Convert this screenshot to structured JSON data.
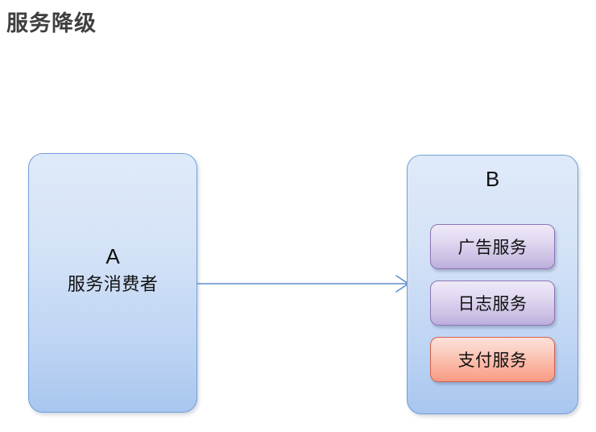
{
  "diagram": {
    "title": "服务降级",
    "title_color": "#3f3f3f",
    "background": "#ffffff",
    "nodes": {
      "consumer": {
        "letter": "A",
        "label": "服务消费者",
        "fill_top": "#dfeaf9",
        "fill_bottom": "#a8c6ef",
        "border_color": "#6f9fd8"
      },
      "provider": {
        "letter": "B",
        "fill_top": "#dfeaf9",
        "fill_bottom": "#a8c6ef",
        "border_color": "#6f9fd8",
        "services": [
          {
            "label": "广告服务",
            "state": "normal",
            "fill_top": "#efe9f7",
            "fill_bottom": "#bcaedd",
            "border_color": "#8d74b5"
          },
          {
            "label": "日志服务",
            "state": "normal",
            "fill_top": "#efe9f7",
            "fill_bottom": "#bcaedd",
            "border_color": "#8d74b5"
          },
          {
            "label": "支付服务",
            "state": "highlighted",
            "fill_top": "#fde0d8",
            "fill_bottom": "#f79b84",
            "border_color": "#d4604d"
          }
        ]
      }
    },
    "connector": {
      "name": "consumer-to-provider-arrow",
      "from": "A",
      "to": "B",
      "label": "",
      "color": "#5b8ecb",
      "style": "solid-open-arrow"
    }
  }
}
